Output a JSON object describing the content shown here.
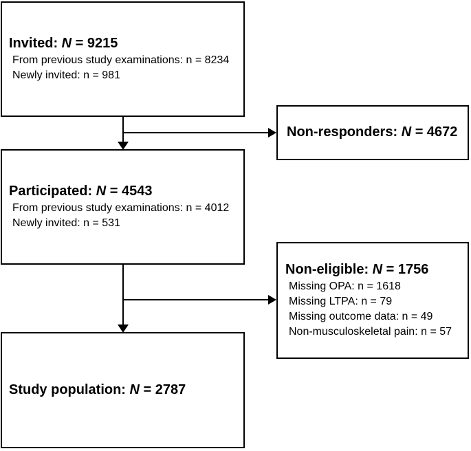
{
  "figure": {
    "background_color": "#ffffff",
    "line_color": "#000000",
    "kind": "study-flowchart"
  },
  "boxes": {
    "invited": {
      "label": "Invited: ",
      "n_symbol": "N",
      "count": " = 9215",
      "sublines": [
        "From previous study examinations: n = 8234",
        "Newly invited: n = 981"
      ]
    },
    "non_responders": {
      "label": "Non-responders: ",
      "n_symbol": "N",
      "count": " = 4672"
    },
    "participated": {
      "label": "Participated: ",
      "n_symbol": "N",
      "count": " = 4543",
      "sublines": [
        "From previous study examinations: n = 4012",
        "Newly invited: n = 531"
      ]
    },
    "non_eligible": {
      "label": "Non-eligible: ",
      "n_symbol": "N",
      "count": " = 1756",
      "sublines": [
        "Missing OPA: n = 1618",
        "Missing LTPA: n = 79",
        "Missing outcome data: n = 49",
        "Non-musculoskeletal pain: n = 57"
      ]
    },
    "study_population": {
      "label": "Study population: ",
      "n_symbol": "N",
      "count": " = 2787"
    }
  }
}
